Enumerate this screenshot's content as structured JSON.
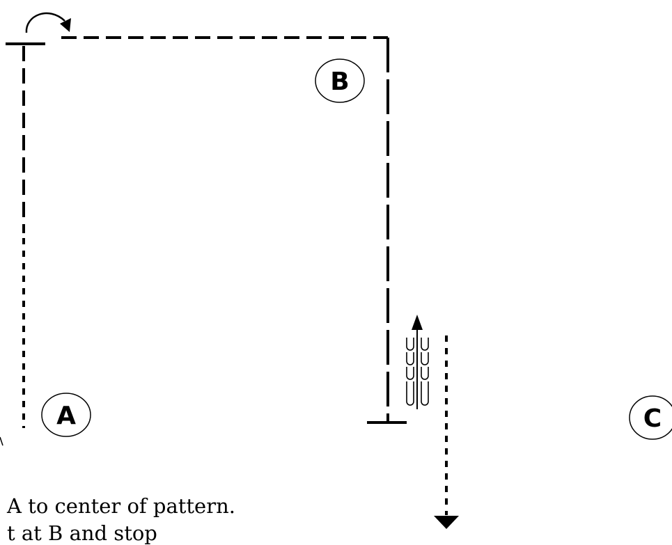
{
  "labels": {
    "point_a": "A",
    "point_b": "B",
    "point_c": "C"
  },
  "caption": {
    "line1": "A to center of  pattern.",
    "line2": "t at B and stop"
  },
  "colors": {
    "ink": "#000000",
    "background": "#ffffff"
  },
  "icons": {
    "turn_arrow": "curved-arrow-icon",
    "stitch_marks": "stitch-marks-icon",
    "up_arrow": "arrow-up-icon",
    "down_arrow": "arrow-down-icon"
  }
}
